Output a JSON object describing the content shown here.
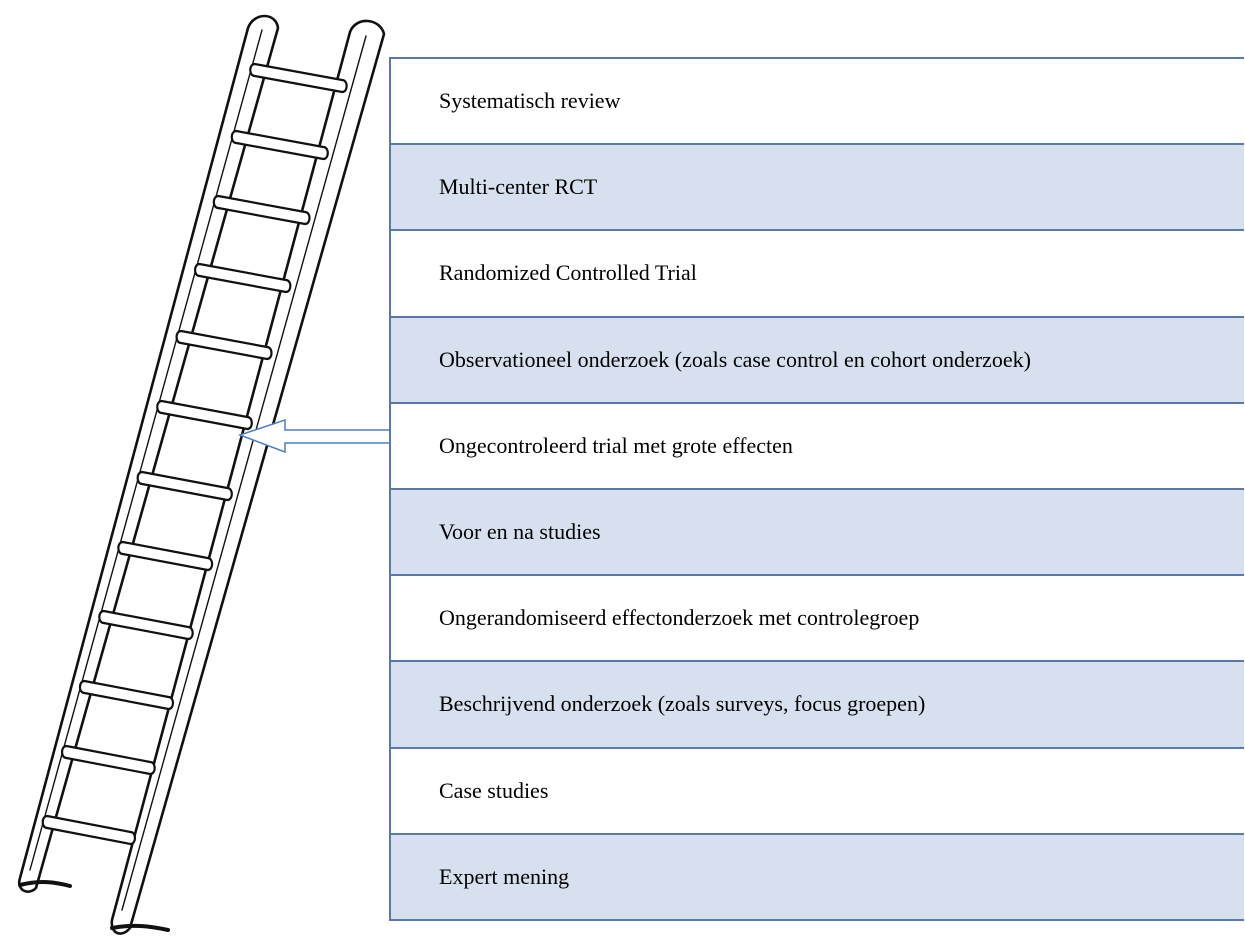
{
  "levels": [
    {
      "label": "Systematisch review"
    },
    {
      "label": "Multi-center RCT"
    },
    {
      "label": "Randomized Controlled Trial"
    },
    {
      "label": "Observationeel onderzoek (zoals case control en cohort onderzoek)"
    },
    {
      "label": "Ongecontroleerd trial met grote effecten"
    },
    {
      "label": "Voor en na studies"
    },
    {
      "label": "Ongerandomiseerd effectonderzoek met controlegroep"
    },
    {
      "label": "Beschrijvend onderzoek (zoals surveys, focus groepen)"
    },
    {
      "label": "Case studies"
    },
    {
      "label": "Expert mening"
    }
  ],
  "colors": {
    "row_alt": "#d6e0ef",
    "row_border": "#5a79aa",
    "arrow": "#4f7fc4"
  },
  "pointer": {
    "target_level": "Ongecontroleerd trial met grote effecten"
  }
}
